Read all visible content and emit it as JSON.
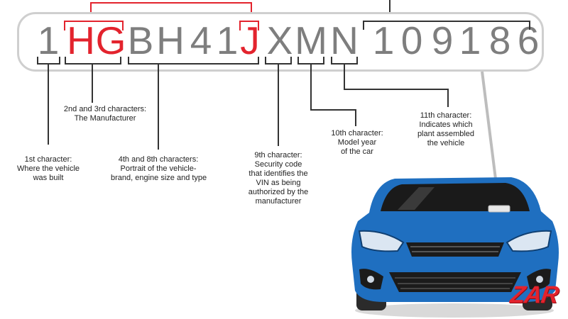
{
  "vin": {
    "characters": [
      "1",
      "H",
      "G",
      "B",
      "H",
      "4",
      "1",
      "J",
      "X",
      "M",
      "N",
      "1",
      "0",
      "9",
      "1",
      "8",
      "6"
    ],
    "highlight_color": "#e3232d",
    "text_color": "#7e7e7e"
  },
  "labels": {
    "first": "1st character:\nWhere the vehicle\nwas built",
    "manufacturer": "2nd and 3rd characters:\nThe Manufacturer",
    "fourth_eighth": "4th and 8th characters:\nPortrait of the vehicle-\nbrand, engine size and type",
    "ninth": "9th character:\nSecurity code\nthat identifies the\nVIN as being\nauthorized by the\nmanufacturer",
    "tenth": "10th character:\nModel year\nof the car",
    "eleventh": "11th character:\nIndicates which\nplant  assembled\nthe vehicle"
  },
  "car": {
    "body_color": "#1f6fc0"
  },
  "logo": {
    "text": "ZAR",
    "color": "#e3232d"
  }
}
